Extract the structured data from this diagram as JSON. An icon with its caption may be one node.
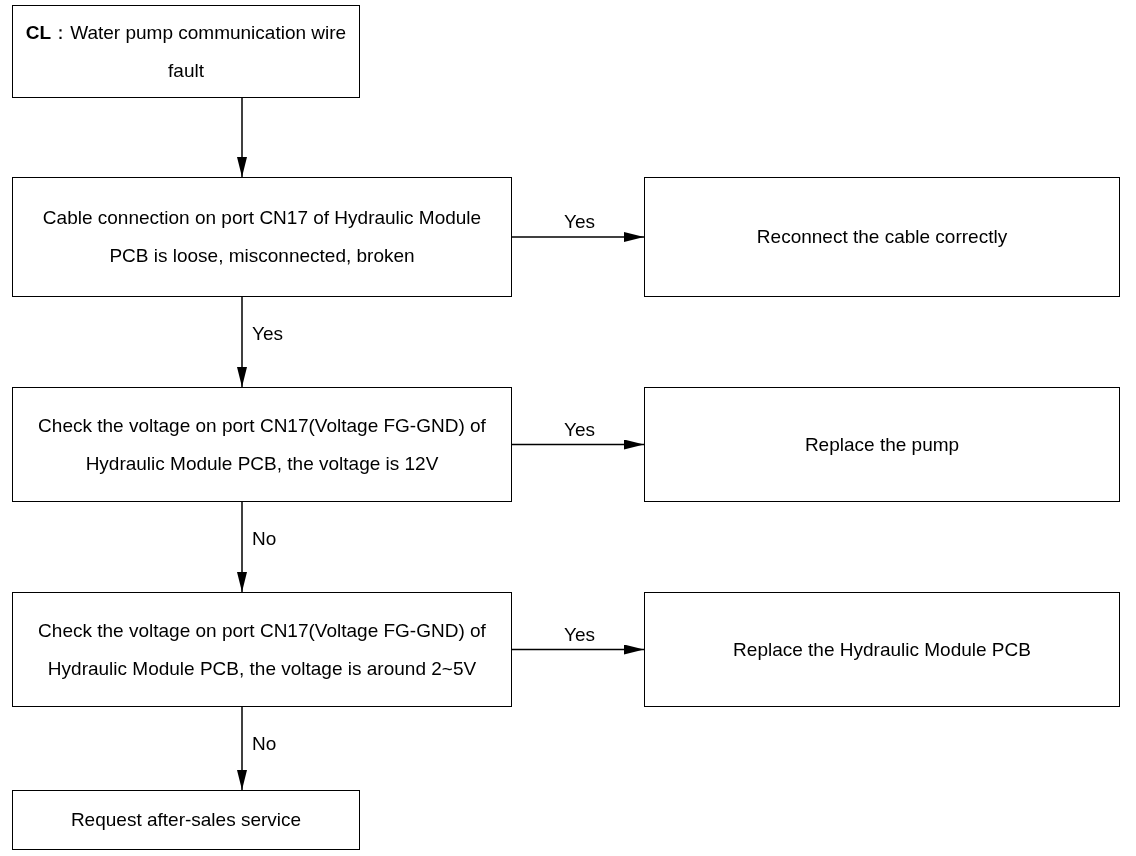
{
  "diagram": {
    "nodes": [
      {
        "text": [
          "**CL**：Water pump communication wire fault"
        ]
      },
      {
        "text": [
          "Cable connection on port CN17 of Hydraulic Module PCB is loose, misconnected, broken"
        ]
      },
      {
        "text": [
          "Reconnect the cable correctly"
        ]
      },
      {
        "text": [
          "Check the voltage on port CN17(Voltage FG-GND) of Hydraulic Module PCB, the voltage is 12V"
        ]
      },
      {
        "text": [
          "Replace the pump"
        ]
      },
      {
        "text": [
          "Check the voltage on port CN17(Voltage FG-GND) of Hydraulic Module PCB, the voltage is around 2~5V"
        ]
      },
      {
        "text": [
          "Replace the Hydraulic Module PCB"
        ]
      },
      {
        "text": [
          "Request after-sales service"
        ]
      }
    ],
    "edges": [
      {
        "from": 0,
        "to": 1,
        "arrow": "to"
      },
      {
        "from": 1,
        "to": 2,
        "arrow": "to",
        "label": "Yes"
      },
      {
        "from": 1,
        "to": 3,
        "arrow": "to",
        "label": "Yes"
      },
      {
        "from": 3,
        "to": 4,
        "arrow": "to",
        "label": "Yes"
      },
      {
        "from": 3,
        "to": 5,
        "arrow": "to",
        "label": "No"
      },
      {
        "from": 5,
        "to": 6,
        "arrow": "to",
        "label": "Yes"
      },
      {
        "from": 5,
        "to": 7,
        "arrow": "to",
        "label": "No"
      }
    ]
  }
}
